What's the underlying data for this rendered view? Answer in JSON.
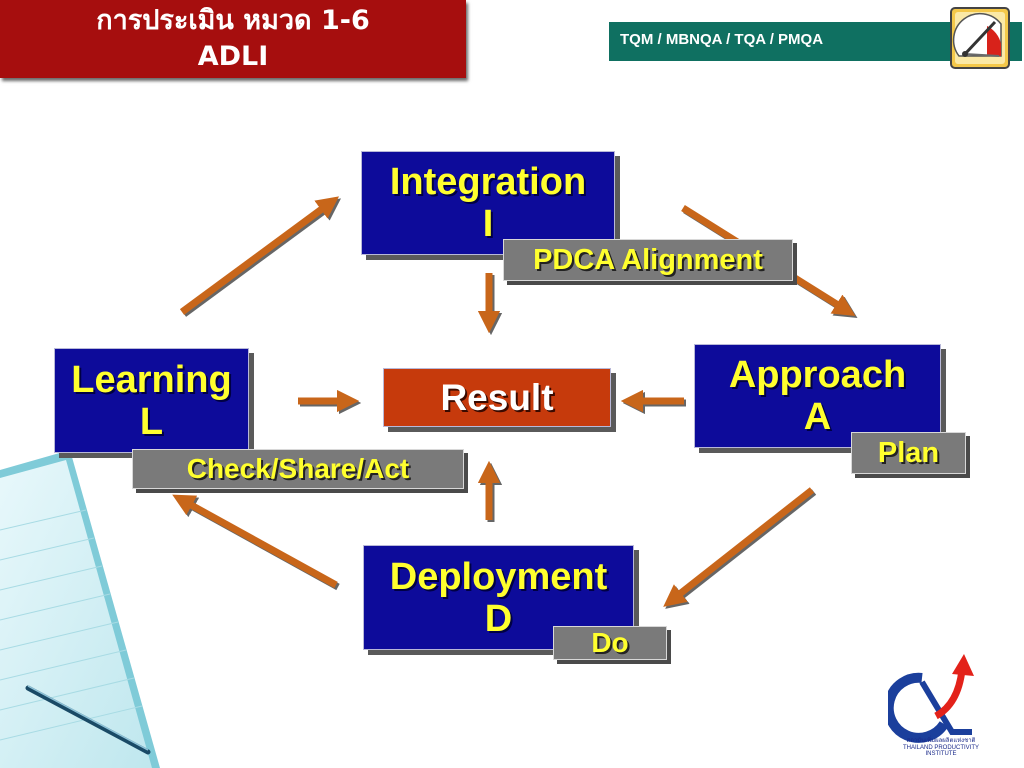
{
  "title": {
    "line1": "การประเมิน หมวด 1-6",
    "line2": "ADLI"
  },
  "header_tag": "TQM / MBNQA / TQA / PMQA",
  "nodes": {
    "integration": {
      "name": "Integration",
      "letter": "I"
    },
    "approach": {
      "name": "Approach",
      "letter": "A"
    },
    "deployment": {
      "name": "Deployment",
      "letter": "D"
    },
    "learning": {
      "name": "Learning",
      "letter": "L"
    },
    "result": {
      "name": "Result"
    }
  },
  "tags": {
    "integration": "PDCA Alignment",
    "approach": "Plan",
    "deployment": "Do",
    "learning": "Check/Share/Act"
  },
  "logo_text": "สถาบันเพิ่มผลผลิตแห่งชาติ THAILAND PRODUCTIVITY INSTITUTE",
  "icons": [
    "gauge-icon",
    "notepad-pen-icon",
    "tpi-logo-icon"
  ],
  "colors": {
    "title_bg": "#a60e0e",
    "header_bar": "#0f7061",
    "node_bg": "#0d0b9a",
    "node_text": "#ffff2e",
    "result_bg": "#c63a0c",
    "tag_bg": "#7a7a7a",
    "arrow": "#c8661a"
  }
}
